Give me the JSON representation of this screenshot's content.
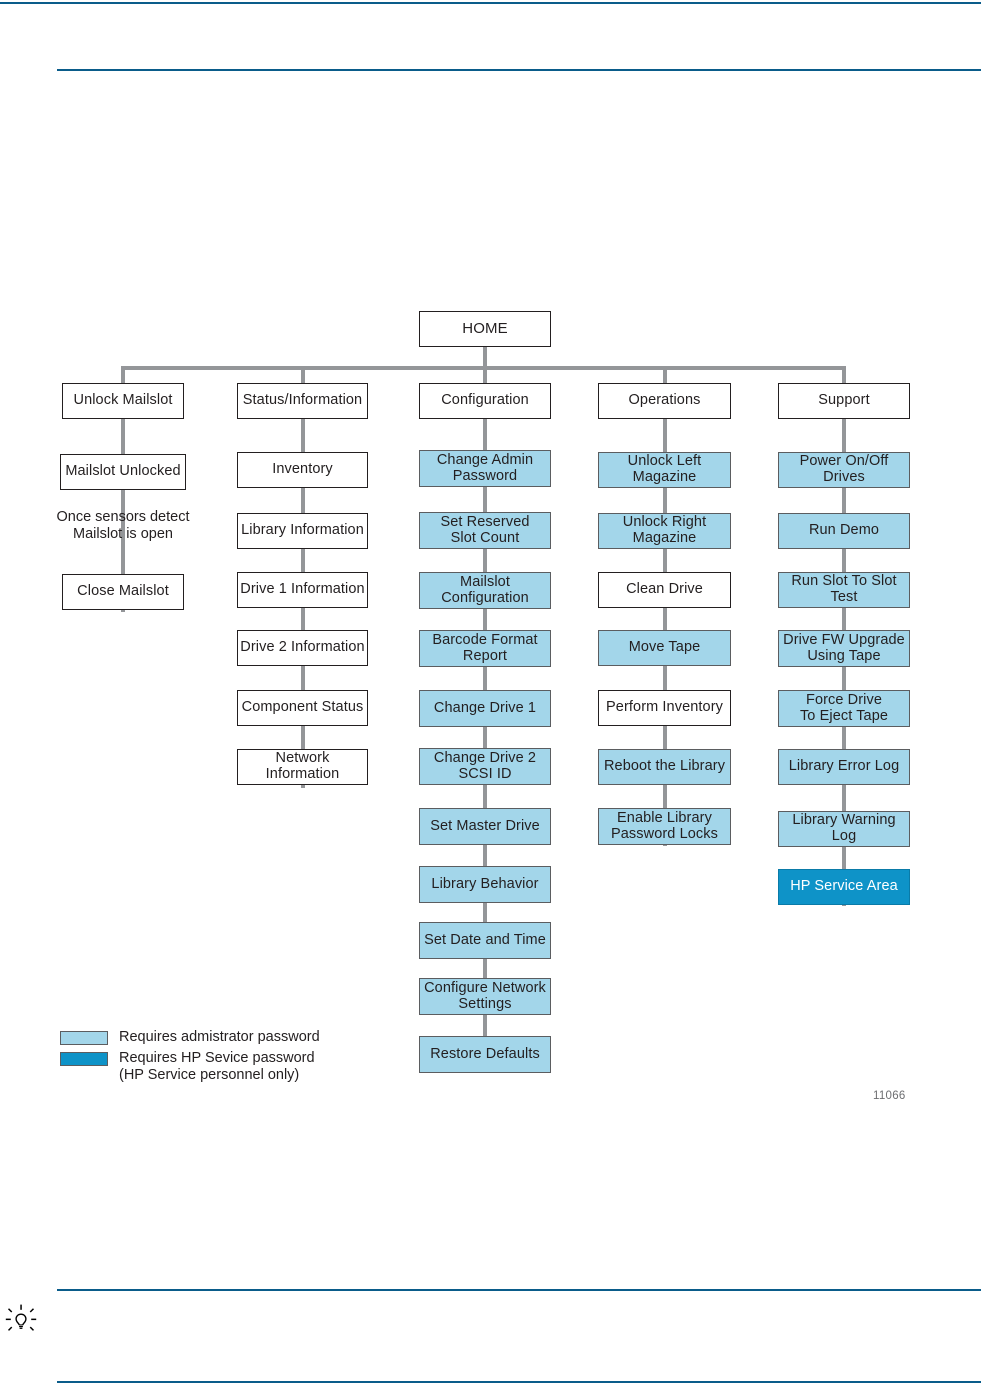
{
  "page": {
    "figure_id": "11066",
    "tip_icon": "lightbulb-tip-icon"
  },
  "colors": {
    "rule": "#0a5c8a",
    "connector": "#949699",
    "box_border": "#231f20",
    "admin_fill": "#a3d6ea",
    "service_fill": "#0e93c8",
    "service_text": "#ffffff",
    "text": "#231f20"
  },
  "diagram": {
    "type": "tree",
    "root": {
      "label": "HOME",
      "level": "none"
    },
    "note": "Once sensors detect\nMailslot is open",
    "columns": [
      {
        "id": "unlock-mailslot",
        "header": "Unlock Mailslot",
        "header_level": "none",
        "items": [
          {
            "label": "Mailslot Unlocked",
            "level": "none"
          },
          {
            "label": "Close Mailslot",
            "level": "none"
          }
        ]
      },
      {
        "id": "status-information",
        "header": "Status/Information",
        "header_level": "none",
        "items": [
          {
            "label": "Inventory",
            "level": "none"
          },
          {
            "label": "Library Information",
            "level": "none"
          },
          {
            "label": "Drive 1 Information",
            "level": "none"
          },
          {
            "label": "Drive 2 Information",
            "level": "none"
          },
          {
            "label": "Component Status",
            "level": "none"
          },
          {
            "label": "Network Information",
            "level": "none"
          }
        ]
      },
      {
        "id": "configuration",
        "header": "Configuration",
        "header_level": "none",
        "items": [
          {
            "label": "Change Admin\nPassword",
            "level": "admin"
          },
          {
            "label": "Set Reserved\nSlot Count",
            "level": "admin"
          },
          {
            "label": "Mailslot\nConfiguration",
            "level": "admin"
          },
          {
            "label": "Barcode Format\nReport",
            "level": "admin"
          },
          {
            "label": "Change Drive 1",
            "level": "admin"
          },
          {
            "label": "Change Drive 2\nSCSI ID",
            "level": "admin"
          },
          {
            "label": "Set Master Drive",
            "level": "admin"
          },
          {
            "label": "Library Behavior",
            "level": "admin"
          },
          {
            "label": "Set  Date and Time",
            "level": "admin"
          },
          {
            "label": "Configure Network\nSettings",
            "level": "admin"
          },
          {
            "label": "Restore Defaults",
            "level": "admin"
          }
        ]
      },
      {
        "id": "operations",
        "header": "Operations",
        "header_level": "none",
        "items": [
          {
            "label": "Unlock Left Magazine",
            "level": "admin"
          },
          {
            "label": "Unlock Right Magazine",
            "level": "admin"
          },
          {
            "label": "Clean Drive",
            "level": "none"
          },
          {
            "label": "Move Tape",
            "level": "admin"
          },
          {
            "label": "Perform Inventory",
            "level": "none"
          },
          {
            "label": "Reboot the Library",
            "level": "admin"
          },
          {
            "label": "Enable Library\nPassword Locks",
            "level": "admin"
          }
        ]
      },
      {
        "id": "support",
        "header": "Support",
        "header_level": "none",
        "items": [
          {
            "label": "Power On/Off Drives",
            "level": "admin"
          },
          {
            "label": "Run Demo",
            "level": "admin"
          },
          {
            "label": "Run Slot To Slot Test",
            "level": "admin"
          },
          {
            "label": "Drive FW Upgrade\nUsing Tape",
            "level": "admin"
          },
          {
            "label": "Force Drive\nTo Eject Tape",
            "level": "admin"
          },
          {
            "label": "Library Error Log",
            "level": "admin"
          },
          {
            "label": "Library Warning Log",
            "level": "admin"
          },
          {
            "label": "HP Service Area",
            "level": "service"
          }
        ]
      }
    ]
  },
  "legend": {
    "items": [
      {
        "swatch": "admin",
        "text": "Requires admistrator password"
      },
      {
        "swatch": "service",
        "text": "Requires HP Sevice password\n(HP Service personnel only)"
      }
    ]
  }
}
